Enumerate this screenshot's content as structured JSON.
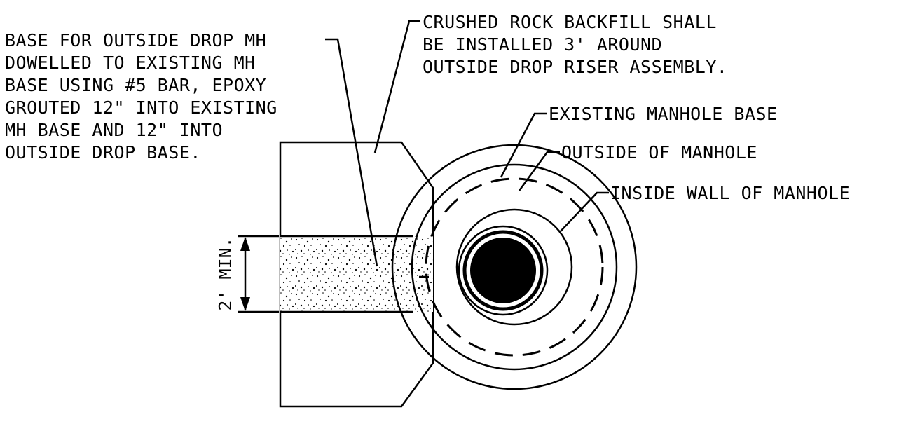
{
  "notes": {
    "base_note": [
      "BASE FOR OUTSIDE DROP MH",
      "DOWELLED TO EXISTING MH",
      "BASE USING #5 BAR, EPOXY",
      "GROUTED 12\" INTO EXISTING",
      "MH BASE AND 12\" INTO",
      "OUTSIDE DROP BASE."
    ],
    "backfill_note": [
      "CRUSHED ROCK BACKFILL SHALL",
      "BE INSTALLED 3' AROUND",
      "OUTSIDE DROP RISER ASSEMBLY."
    ],
    "existing_base_label": "EXISTING MANHOLE BASE",
    "outside_label": "OUTSIDE OF MANHOLE",
    "inside_wall_label": "INSIDE WALL OF MANHOLE"
  },
  "dimension": {
    "label": "2' MIN."
  },
  "colors": {
    "line": "#000000",
    "background": "#ffffff"
  }
}
